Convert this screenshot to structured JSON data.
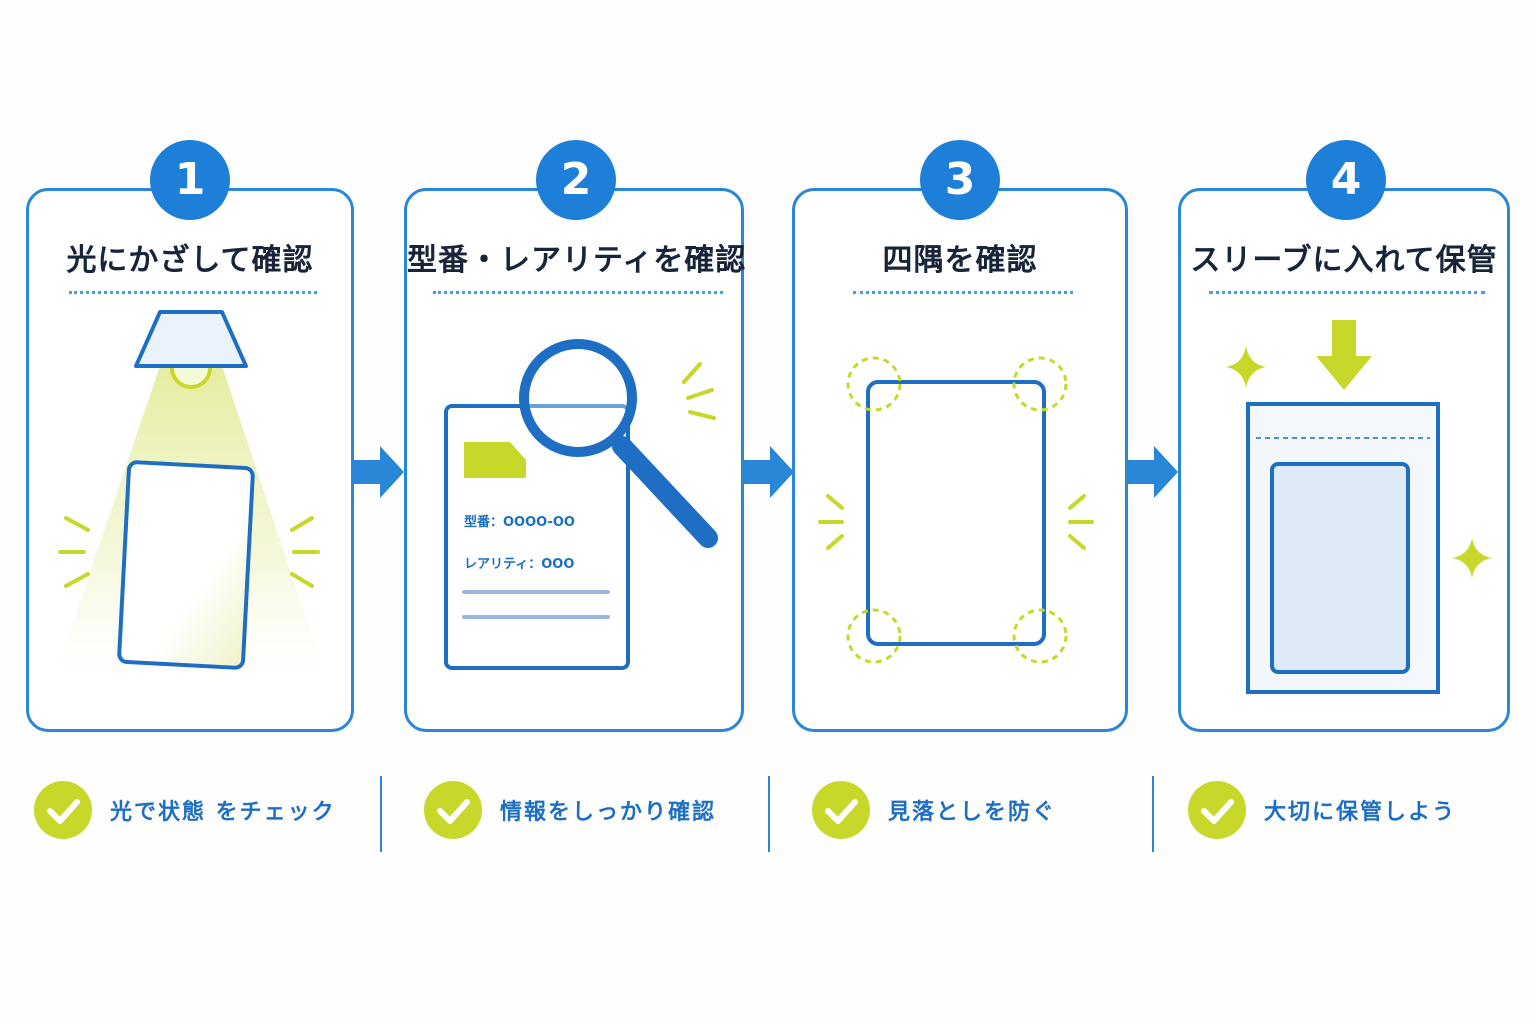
{
  "steps": [
    {
      "number": "1",
      "title": "光にかざして確認",
      "check": "光で状態 をチェック",
      "icons": [
        "lamp-icon",
        "card-icon",
        "sparkle-lines-icon"
      ]
    },
    {
      "number": "2",
      "title": "型番・レアリティを確認",
      "check": "情報をしっかり確認",
      "icons": [
        "card-document-icon",
        "magnifier-icon",
        "sparkle-lines-icon"
      ],
      "card_text": {
        "model": "型番：OOOO-OO",
        "rarity": "レアリティ：OOO"
      }
    },
    {
      "number": "3",
      "title": "四隅を確認",
      "check": "見落としを防ぐ",
      "icons": [
        "card-outline-icon",
        "corner-circle-icon",
        "sparkle-lines-icon"
      ]
    },
    {
      "number": "4",
      "title": "スリーブに入れて保管",
      "check": "大切に保管しよう",
      "icons": [
        "down-arrow-icon",
        "sleeve-icon",
        "sparkle-icon"
      ]
    }
  ],
  "colors": {
    "primary_blue": "#1e7fd9",
    "border_blue": "#2a86d6",
    "accent_lime": "#c7d82b",
    "title_dark": "#18243a",
    "check_text_blue": "#1e6fc4"
  }
}
